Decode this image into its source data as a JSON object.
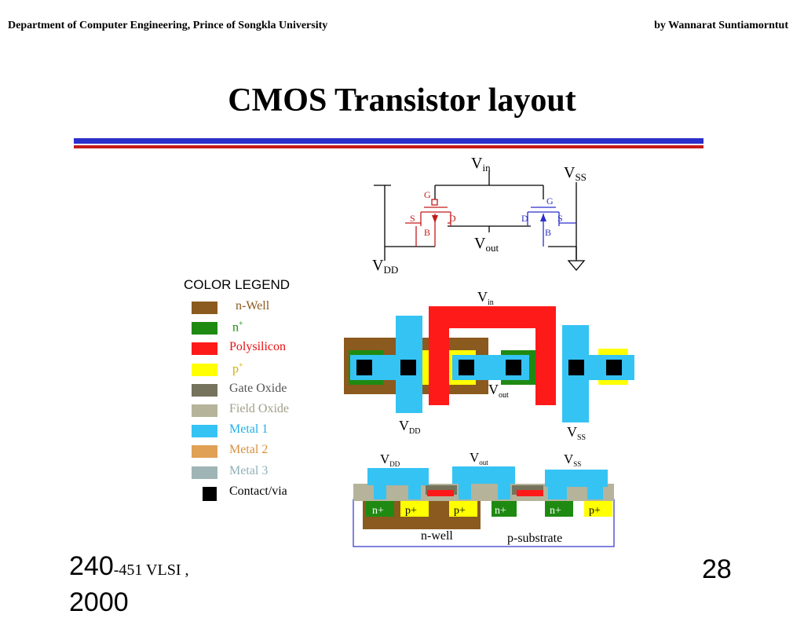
{
  "header": {
    "left": "Department of Computer Engineering, Prince of Songkla University",
    "right": "by Wannarat Suntiamorntut"
  },
  "title": "CMOS   Transistor layout",
  "colors": {
    "rule_blue": "#2b2fc9",
    "rule_red": "#c41a1a"
  },
  "schematic": {
    "vin": "V",
    "vin_sub": "in",
    "vss": "V",
    "vss_sub": "SS",
    "vdd": "V",
    "vdd_sub": "DD",
    "vout": "V",
    "vout_sub": "out",
    "pmos": {
      "g": "G",
      "s": "S",
      "d": "D",
      "b": "B"
    },
    "nmos": {
      "g": "G",
      "s": "S",
      "d": "D",
      "b": "B"
    }
  },
  "legend": {
    "title": "COLOR LEGEND",
    "items": [
      {
        "label": "n-Well",
        "color": "#8b5a1e",
        "text_color": "#8b5a1e"
      },
      {
        "label": "n",
        "sup": "+",
        "color": "#1f8a12",
        "text_color": "#1f8a12"
      },
      {
        "label": "Polysilicon",
        "color": "#ff1a1a",
        "text_color": "#e81010"
      },
      {
        "label": "p",
        "sup": "+",
        "color": "#ffff00",
        "text_color": "#d4b000"
      },
      {
        "label": "Gate Oxide",
        "color": "#76735c",
        "text_color": "#555555"
      },
      {
        "label": "Field Oxide",
        "color": "#b5b39a",
        "text_color": "#a09e88"
      },
      {
        "label": "Metal 1",
        "color": "#35c3f4",
        "text_color": "#1fb0e8"
      },
      {
        "label": "Metal 2",
        "color": "#e0a055",
        "text_color": "#d89040"
      },
      {
        "label": "Metal 3",
        "color": "#9fb5b5",
        "text_color": "#8fb0b8"
      },
      {
        "label": "Contact/via",
        "color": "#000000",
        "text_color": "#000000"
      }
    ]
  },
  "layout_top": {
    "vin": "V",
    "vin_sub": "in",
    "vout": "V",
    "vout_sub": "out",
    "vdd": "V",
    "vdd_sub": "DD",
    "vss": "V",
    "vss_sub": "SS"
  },
  "cross_section": {
    "vdd": "V",
    "vdd_sub": "DD",
    "vout": "V",
    "vout_sub": "out",
    "vss": "V",
    "vss_sub": "SS",
    "regions": [
      "n+",
      "p+",
      "p+",
      "n+",
      "n+",
      "p+"
    ],
    "nwell": "n-well",
    "psub": "p-substrate"
  },
  "footer": {
    "course_num": "240",
    "course_text": "-451 VLSI ,",
    "year": "2000",
    "page": "28"
  }
}
